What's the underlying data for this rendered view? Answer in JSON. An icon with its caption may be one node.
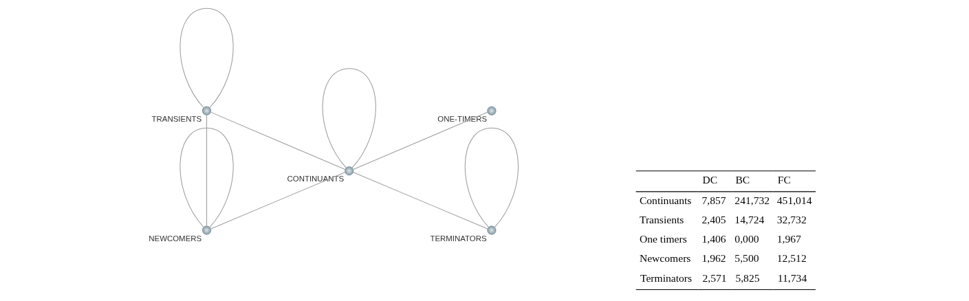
{
  "diagram": {
    "nodes": [
      {
        "text": [],
        "shape": "circle",
        "beside": [
          "TRANSIENTS"
        ]
      },
      {
        "text": [],
        "shape": "circle",
        "beside": [
          "ONE-TIMERS"
        ]
      },
      {
        "text": [],
        "shape": "circle",
        "beside": [
          "CONTINUANTS"
        ]
      },
      {
        "text": [],
        "shape": "circle",
        "beside": [
          "NEWCOMERS"
        ]
      },
      {
        "text": [],
        "shape": "circle",
        "beside": [
          "TERMINATORS"
        ]
      }
    ],
    "edges": [
      {
        "from": 0,
        "to": 0,
        "arrow": "none"
      },
      {
        "from": 0,
        "to": 2,
        "arrow": "none"
      },
      {
        "from": 0,
        "to": 3,
        "arrow": "none"
      },
      {
        "from": 2,
        "to": 1,
        "arrow": "none"
      },
      {
        "from": 2,
        "to": 2,
        "arrow": "none"
      },
      {
        "from": 3,
        "to": 3,
        "arrow": "none"
      },
      {
        "from": 3,
        "to": 2,
        "arrow": "none"
      },
      {
        "from": 2,
        "to": 4,
        "arrow": "none"
      },
      {
        "from": 4,
        "to": 4,
        "arrow": "none"
      }
    ],
    "labels": [
      "DC",
      "BC",
      "FC",
      "Continuants",
      "7,857",
      "241,732",
      "451,014",
      "Transients",
      "2,405",
      "14,724",
      "32,732",
      "One timers",
      "1,406",
      "0,000",
      "1,967",
      "Newcomers",
      "1,962",
      "5,500",
      "12,512",
      "Terminators",
      "2,571",
      "5,825",
      "11,734"
    ]
  }
}
